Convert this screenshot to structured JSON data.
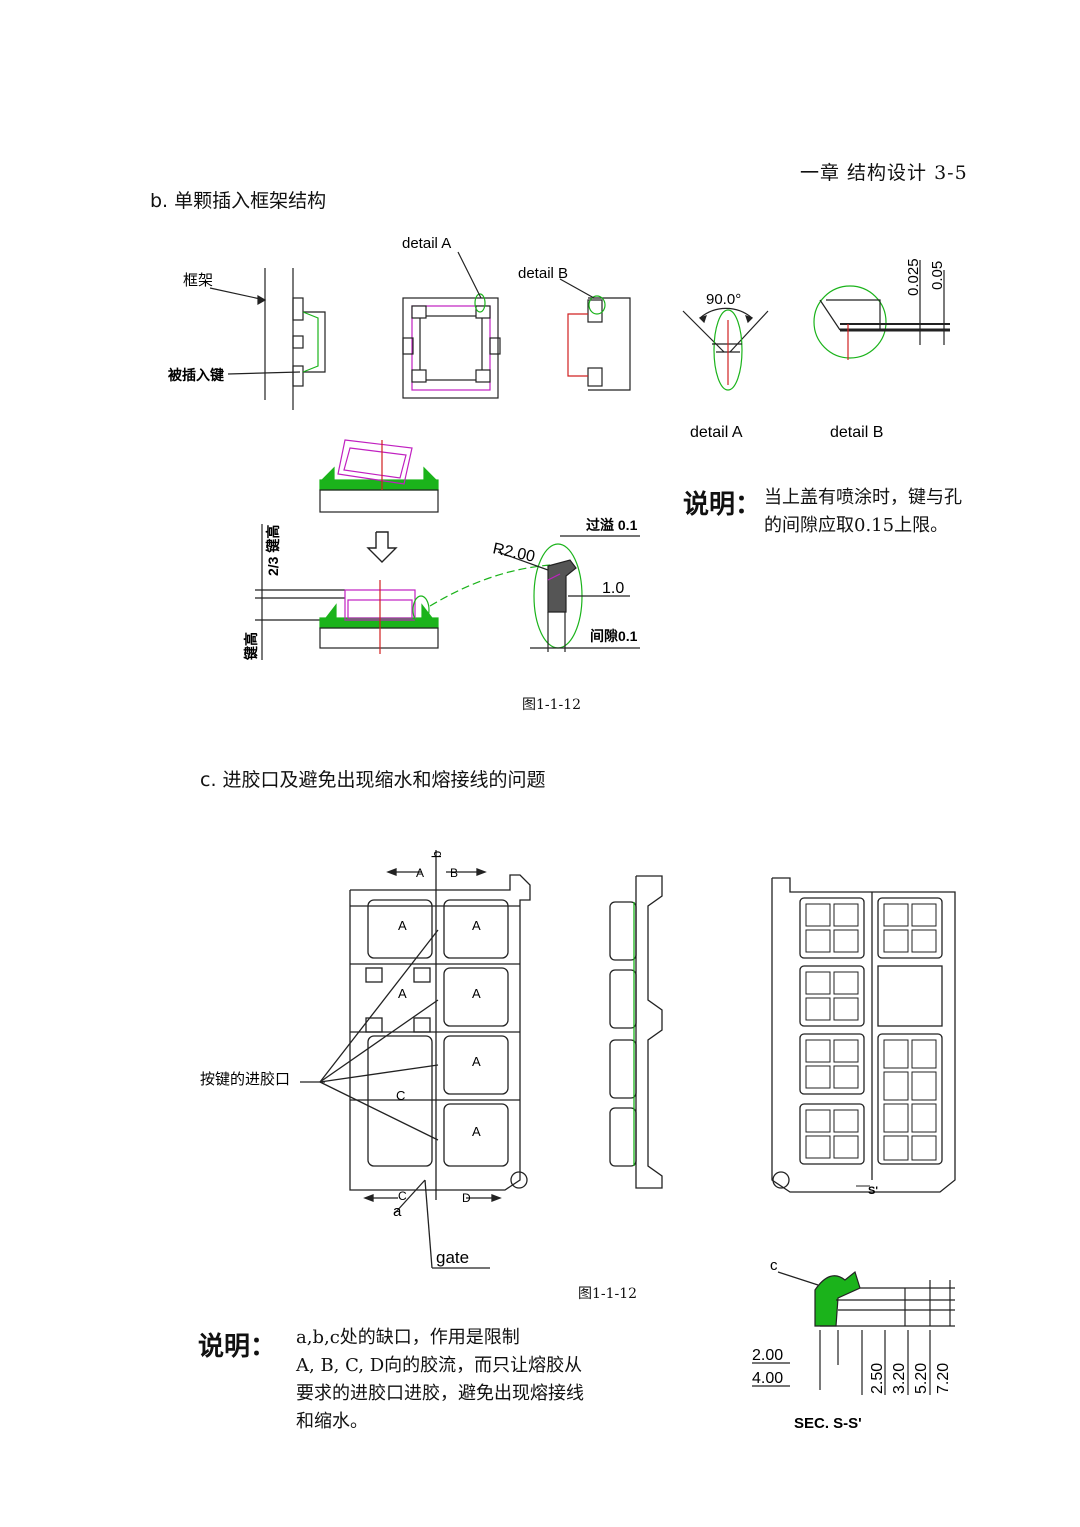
{
  "header": {
    "chapter": "一章 结构设计 3-5"
  },
  "section_b": {
    "title": "b. 单颗插入框架结构",
    "labels": {
      "frame": "框架",
      "inserted_key": "被插入键",
      "detail_a": "detail A",
      "detail_b": "detail B",
      "angle": "90.0°",
      "dim_0025": "0.025",
      "dim_005": "0.05",
      "key_height_ratio": "2/3 键高",
      "key_height": "键高",
      "radius": "R2.00",
      "overflow": "过溢 0.1",
      "gap": "间隙0.1",
      "dim_10": "1.0"
    },
    "note_label": "说明：",
    "note_lines": [
      "当上盖有喷涂时，键与孔",
      "的间隙应取0.15上限。"
    ],
    "figure_caption": "图1-1-12"
  },
  "section_c": {
    "title": "c. 进胶口及避免出现缩水和熔接线的问题",
    "labels": {
      "gate_point": "按键的进胶口",
      "gate": "gate",
      "a": "a",
      "b": "b",
      "c": "c",
      "A": "A",
      "B": "B",
      "C": "C",
      "D": "D",
      "section_mark": "S'",
      "section_title": "SEC. S-S'",
      "dim_200": "2.00",
      "dim_400": "4.00",
      "dim_250": "2.50",
      "dim_320": "3.20",
      "dim_520": "5.20",
      "dim_720": "7.20"
    },
    "figure_caption": "图1-1-12",
    "note_label": "说明：",
    "note_lines": [
      "a,b,c处的缺口，作用是限制",
      "A, B, C, D向的胶流，而只让熔胶从",
      "要求的进胶口进胶，避免出现熔接线",
      "和缩水。"
    ]
  }
}
